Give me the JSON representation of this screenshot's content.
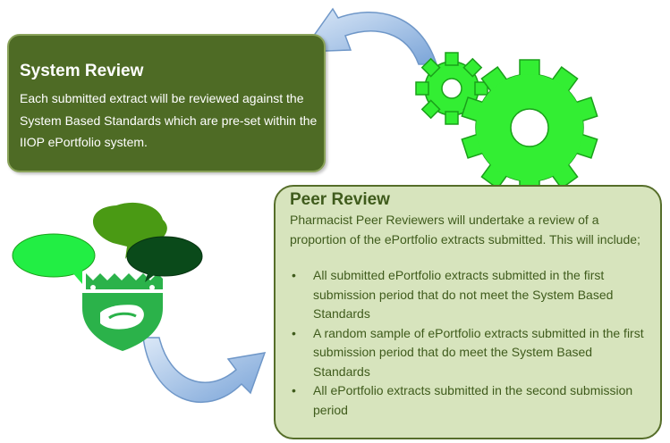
{
  "system_review": {
    "title": "System Review",
    "body": "Each submitted extract  will be reviewed against the System Based Standards which are pre-set within the IIOP ePortfolio system."
  },
  "peer_review": {
    "title": "Peer Review",
    "intro": "Pharmacist Peer Reviewers will undertake a review of a proportion of the ePortfolio extracts submitted. This will include;",
    "bullet_symbol": "•",
    "bullets": [
      "All submitted ePortfolio extracts submitted in the first submission period that do not meet the System Based Standards",
      "A random sample of ePortfolio extracts submitted in the first submission period that do meet the System Based Standards",
      "All ePortfolio extracts submitted in the second submission period"
    ]
  },
  "colors": {
    "system_box": "#4e6b25",
    "peer_box": "#d7e4bd",
    "peer_text": "#3f5b1c",
    "gear": "#33ee33",
    "arrow": "#8eb4e3"
  },
  "icons": [
    "gears-icon",
    "peer-discussion-crest-icon",
    "curved-arrow-icon"
  ]
}
